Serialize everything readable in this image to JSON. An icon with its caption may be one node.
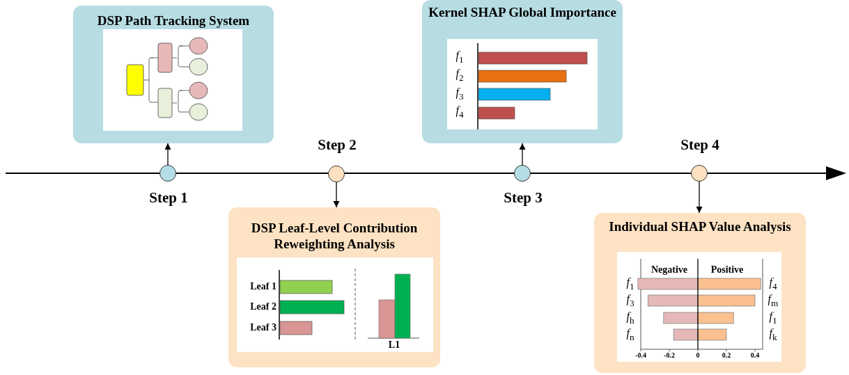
{
  "diagram": {
    "nodes": [
      {
        "text": [
          "DSP Path Tracking System"
        ]
      },
      {
        "text": [
          "Kernel SHAP Global Importance"
        ]
      },
      {
        "text": [
          "DSP Leaf-Level Contribution Reweighting Analysis"
        ]
      },
      {
        "text": [
          "Individual SHAP Value Analysis"
        ]
      },
      {
        "text": [],
        "shape": "circle",
        "beside": [
          "Step 1"
        ]
      },
      {
        "text": [],
        "shape": "circle",
        "beside": [
          "Step 2"
        ]
      },
      {
        "text": [],
        "shape": "circle",
        "beside": [
          "Step 3"
        ]
      },
      {
        "text": [],
        "shape": "circle",
        "beside": [
          "Step 4"
        ]
      }
    ],
    "edges": [
      {
        "from": 4,
        "to": 0,
        "arrow": "to"
      },
      {
        "from": 5,
        "to": 2,
        "arrow": "to"
      },
      {
        "from": 6,
        "to": 1,
        "arrow": "to"
      },
      {
        "from": 7,
        "to": 3,
        "arrow": "to"
      }
    ],
    "labels": [
      "*f*$_{1}$",
      "*f*$_{2}$",
      "*f*$_{3}$",
      "*f*$_{4}$",
      "Leaf 1",
      "Leaf 2",
      "Leaf 3",
      "L1",
      "Negative",
      "Positive",
      "*f*$_{1}$",
      "*f*$_{4}$",
      "*f*$_{3}$",
      "*f*$_{m}$",
      "*f*$_{h}$",
      "*f*$_{1}$",
      "*f*$_{n}$",
      "*f*$_{k}$",
      "-0.4",
      "-0.2",
      "0",
      "0.2",
      "0.4"
    ]
  }
}
